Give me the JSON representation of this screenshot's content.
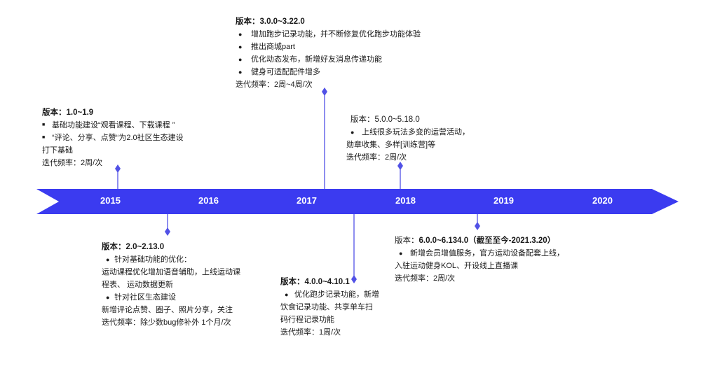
{
  "colors": {
    "arrow": "#3b3bf0",
    "connector": "#5151e6",
    "text": "#1a1a1a"
  },
  "years": [
    "2015",
    "2016",
    "2017",
    "2018",
    "2019",
    "2020"
  ],
  "milestones": [
    {
      "title_prefix": "版本：",
      "title_version": "1.0~1.9",
      "lines": [
        {
          "type": "bullet-square",
          "text": "基础功能建设“观看课程、下载课程 ”"
        },
        {
          "type": "bullet-square",
          "text": "“评论、分享、点赞“为2.0社区生态建设"
        },
        {
          "type": "plain",
          "text": "打下基础"
        },
        {
          "type": "plain",
          "text": "迭代频率：2周/次"
        }
      ]
    },
    {
      "title_prefix": "版本：",
      "title_version": "2.0~2.13.0",
      "lines": [
        {
          "type": "bullet-dot",
          "text": "针对基础功能的优化："
        },
        {
          "type": "plain",
          "text": "运动课程优化增加语音辅助，上线运动课"
        },
        {
          "type": "plain",
          "text": "程表、 运动数据更新"
        },
        {
          "type": "bullet-dot",
          "text": "针对社区生态建设"
        },
        {
          "type": "plain",
          "text": " 新增评论点赞、圈子、照片分享，关注"
        },
        {
          "type": "plain",
          "text": "迭代频率：除少数bug修补外 1个月/次"
        }
      ]
    },
    {
      "title_prefix": "版本：",
      "title_version": "3.0.0~3.22.0",
      "lines": [
        {
          "type": "bullet-dot",
          "text": "增加跑步记录功能，并不断修复优化跑步功能体验"
        },
        {
          "type": "bullet-dot",
          "text": "推出商城part"
        },
        {
          "type": "bullet-dot",
          "text": "优化动态发布，新增好友消息传递功能"
        },
        {
          "type": "bullet-dot",
          "text": "健身可适配配件增多"
        },
        {
          "type": "plain",
          "text": "迭代频率：2周~4周/次"
        }
      ]
    },
    {
      "title_prefix": "版本：",
      "title_version": "4.0.0~4.10.1",
      "lines": [
        {
          "type": "bullet-dot",
          "text": "优化跑步记录功能，新增"
        },
        {
          "type": "plain",
          "text": "饮食记录功能、共享单车扫"
        },
        {
          "type": "plain",
          "text": "码行程记录功能"
        },
        {
          "type": "plain",
          "text": "迭代频率：1周/次"
        }
      ]
    },
    {
      "title_prefix": "版本：",
      "title_version": "5.0.0~5.18.0",
      "lines": [
        {
          "type": "bullet-dot",
          "text": "上线很多玩法多变的运营活动，"
        },
        {
          "type": "plain",
          "text": "勋章收集、多样[训练营]等"
        },
        {
          "type": "plain",
          "text": "迭代频率：2周/次"
        }
      ]
    },
    {
      "title_prefix": "版本：",
      "title_version": "6.0.0~6.134.0（截至至今-2021.3.20）",
      "lines": [
        {
          "type": "bullet-dot",
          "text": "新增会员增值服务，官方运动设备配套上线，"
        },
        {
          "type": "plain",
          "text": "入驻运动健身KOL、开设线上直播课"
        },
        {
          "type": "plain",
          "text": "迭代频率：2周/次"
        }
      ]
    }
  ]
}
